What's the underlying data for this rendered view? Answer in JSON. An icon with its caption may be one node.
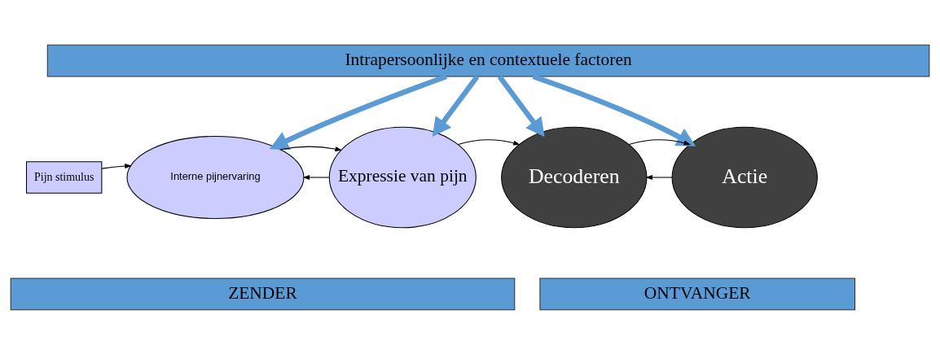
{
  "diagram": {
    "nodes": [
      {
        "text": [
          "Intrapersoonlijke en contextuele factoren"
        ]
      },
      {
        "text": [
          "Pijn stimulus"
        ]
      },
      {
        "text": [
          "Interne pijnervaring"
        ]
      },
      {
        "text": [
          "Expressie van pijn"
        ]
      },
      {
        "text": [
          "Decoderen"
        ]
      },
      {
        "text": [
          "Actie"
        ]
      },
      {
        "text": [
          "ZENDER"
        ]
      },
      {
        "text": [
          "ONTVANGER"
        ]
      }
    ],
    "edges": [
      {
        "from": 0,
        "to": 2,
        "arrow": "to",
        "style": "thick",
        "color": "#5b9bd5"
      },
      {
        "from": 0,
        "to": 3,
        "arrow": "to",
        "style": "thick",
        "color": "#5b9bd5"
      },
      {
        "from": 0,
        "to": 4,
        "arrow": "to",
        "style": "thick",
        "color": "#5b9bd5"
      },
      {
        "from": 0,
        "to": 5,
        "arrow": "to",
        "style": "thick",
        "color": "#5b9bd5"
      },
      {
        "from": 1,
        "to": 2,
        "arrow": "to"
      },
      {
        "from": 3,
        "to": 2,
        "arrow": "to"
      },
      {
        "from": 2,
        "to": 3,
        "arrow": "to"
      },
      {
        "from": 3,
        "to": 4,
        "arrow": "to"
      },
      {
        "from": 5,
        "to": 4,
        "arrow": "to"
      },
      {
        "from": 4,
        "to": 5,
        "arrow": "to"
      }
    ]
  }
}
